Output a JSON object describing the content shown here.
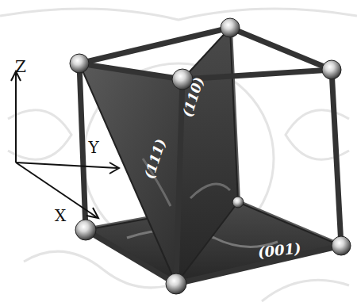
{
  "diagram": {
    "labels": [
      "Z",
      "Y",
      "X",
      "(111)",
      "(110)",
      "(001)"
    ]
  }
}
